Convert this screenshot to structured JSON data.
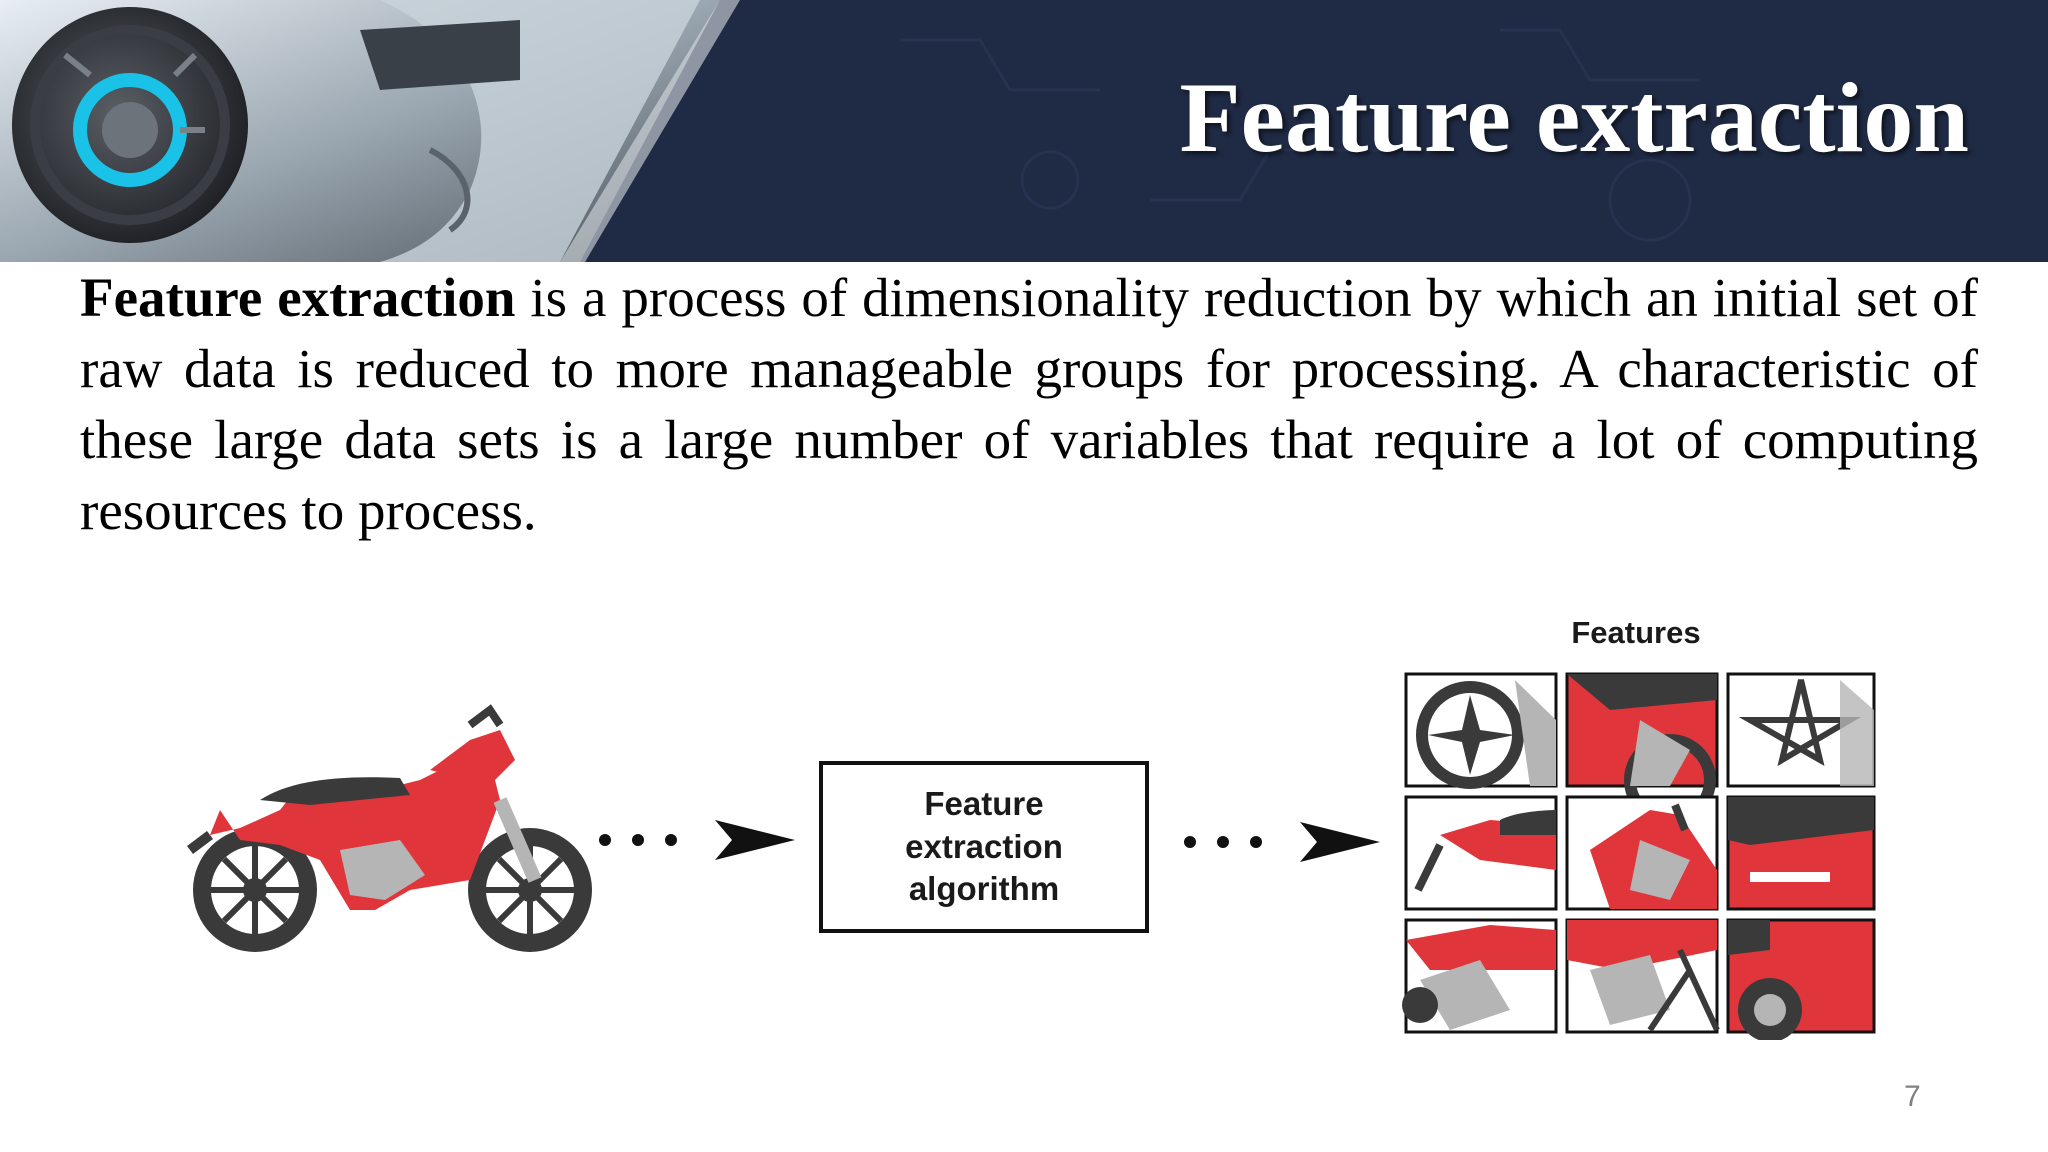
{
  "slide": {
    "title": "Feature extraction",
    "body_lead": "Feature extraction",
    "body_rest": " is a process of dimensionality reduction by which an initial set of raw data is reduced to more manageable groups for processing. A characteristic of these large data sets is a large number of variables that require a lot of computing resources to process.",
    "page_number": "7"
  },
  "diagram": {
    "box_lines": [
      "Feature",
      "extraction",
      "algorithm"
    ],
    "features_label": "Features"
  },
  "colors": {
    "banner": "#1f2a44",
    "bike_red": "#e0353a",
    "bike_dark": "#3a3a3a",
    "bike_gray": "#b5b5b5"
  }
}
